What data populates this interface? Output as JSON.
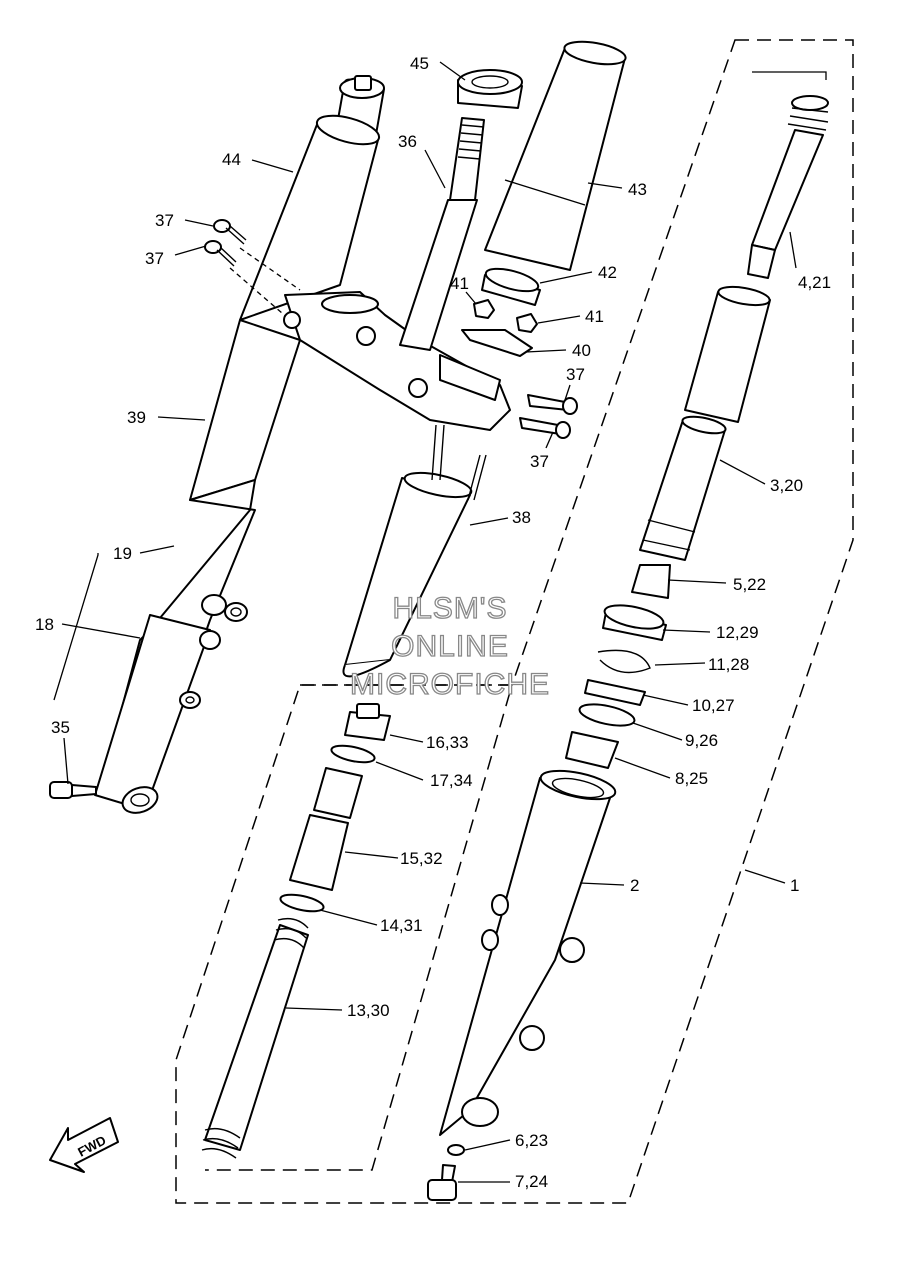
{
  "watermark": [
    "HLSM'S",
    "ONLINE",
    "MICROFICHE"
  ],
  "fwd_label": "FWD",
  "labels": {
    "p45": "45",
    "p44": "44",
    "p36": "36",
    "p43": "43",
    "p37a": "37",
    "p37b": "37",
    "p42": "42",
    "p41a": "41",
    "p41b": "41",
    "p40": "40",
    "p37c": "37",
    "p37d": "37",
    "p4_21": "4,21",
    "p39": "39",
    "p3_20": "3,20",
    "p38": "38",
    "p19": "19",
    "p5_22": "5,22",
    "p18": "18",
    "p12_29": "12,29",
    "p11_28": "11,28",
    "p10_27": "10,27",
    "p35": "35",
    "p16_33": "16,33",
    "p9_26": "9,26",
    "p17_34": "17,34",
    "p8_25": "8,25",
    "p15_32": "15,32",
    "p2": "2",
    "p1": "1",
    "p14_31": "14,31",
    "p13_30": "13,30",
    "p6_23": "6,23",
    "p7_24": "7,24"
  }
}
